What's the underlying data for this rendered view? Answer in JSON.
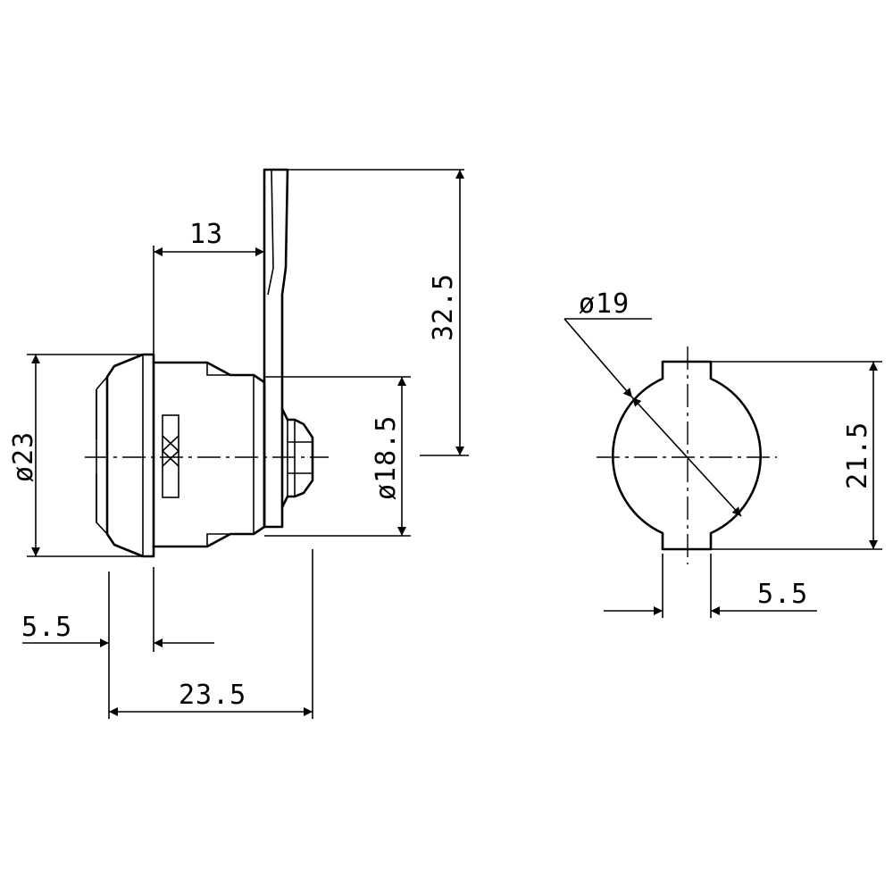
{
  "drawing": {
    "side_view": {
      "dim_lever_offset": "13",
      "dim_lever_height": "32.5",
      "dim_flange_diameter": "ø23",
      "dim_body_diameter": "ø18.5",
      "dim_flange_thickness": "5.5",
      "dim_overall_length": "23.5"
    },
    "front_view": {
      "dim_cutout_diameter": "ø19",
      "dim_cutout_height": "21.5",
      "dim_key_width": "5.5"
    }
  }
}
